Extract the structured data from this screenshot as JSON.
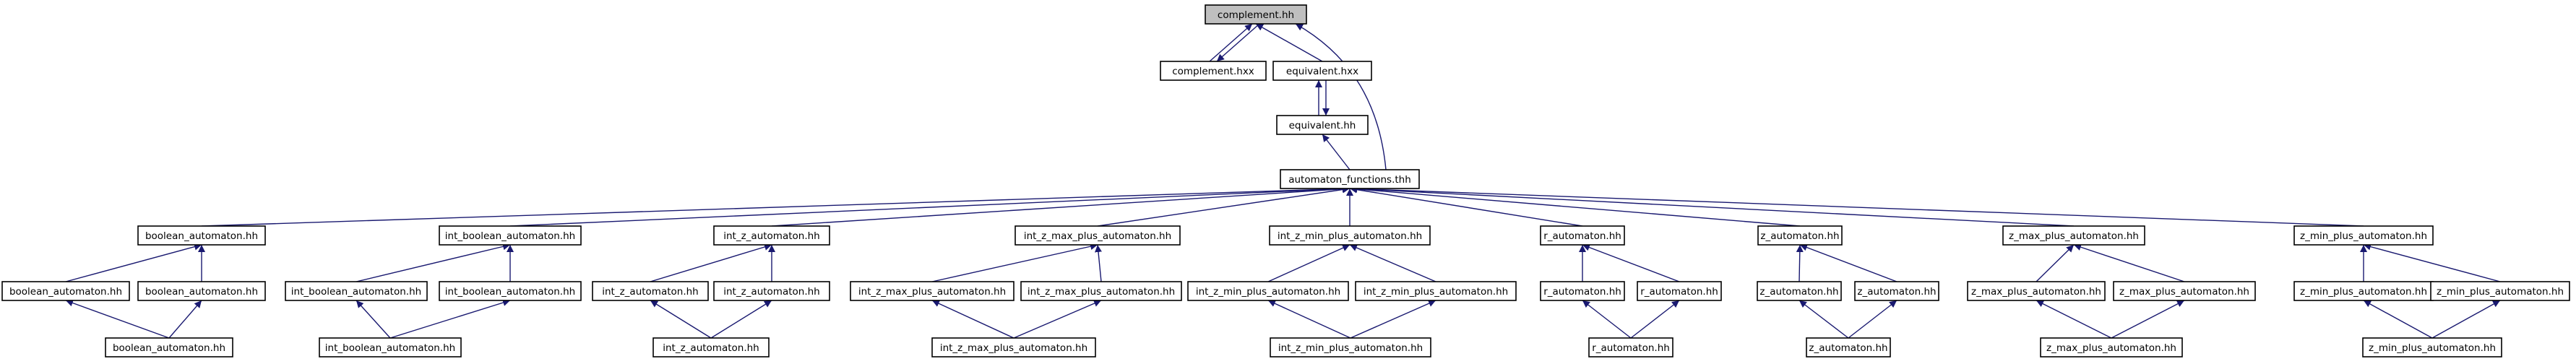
{
  "diagram": {
    "nodes": [
      {
        "id": "complement_hh",
        "label": "complement.hh",
        "root": true
      },
      {
        "id": "complement_hxx",
        "label": "complement.hxx"
      },
      {
        "id": "equivalent_hxx",
        "label": "equivalent.hxx"
      },
      {
        "id": "equivalent_hh",
        "label": "equivalent.hh"
      },
      {
        "id": "automaton_functions",
        "label": "automaton_functions.thh"
      },
      {
        "id": "boolean_a",
        "label": "boolean_automaton.hh"
      },
      {
        "id": "boolean_b",
        "label": "boolean_automaton.hh"
      },
      {
        "id": "boolean_c",
        "label": "boolean_automaton.hh"
      },
      {
        "id": "boolean_d",
        "label": "boolean_automaton.hh"
      },
      {
        "id": "int_boolean_a",
        "label": "int_boolean_automaton.hh"
      },
      {
        "id": "int_boolean_b",
        "label": "int_boolean_automaton.hh"
      },
      {
        "id": "int_boolean_c",
        "label": "int_boolean_automaton.hh"
      },
      {
        "id": "int_boolean_d",
        "label": "int_boolean_automaton.hh"
      },
      {
        "id": "int_z_a",
        "label": "int_z_automaton.hh"
      },
      {
        "id": "int_z_b",
        "label": "int_z_automaton.hh"
      },
      {
        "id": "int_z_c",
        "label": "int_z_automaton.hh"
      },
      {
        "id": "int_z_d",
        "label": "int_z_automaton.hh"
      },
      {
        "id": "int_z_max_a",
        "label": "int_z_max_plus_automaton.hh"
      },
      {
        "id": "int_z_max_b",
        "label": "int_z_max_plus_automaton.hh"
      },
      {
        "id": "int_z_max_c",
        "label": "int_z_max_plus_automaton.hh"
      },
      {
        "id": "int_z_max_d",
        "label": "int_z_max_plus_automaton.hh"
      },
      {
        "id": "int_z_min_a",
        "label": "int_z_min_plus_automaton.hh"
      },
      {
        "id": "int_z_min_b",
        "label": "int_z_min_plus_automaton.hh"
      },
      {
        "id": "int_z_min_c",
        "label": "int_z_min_plus_automaton.hh"
      },
      {
        "id": "int_z_min_d",
        "label": "int_z_min_plus_automaton.hh"
      },
      {
        "id": "r_a",
        "label": "r_automaton.hh"
      },
      {
        "id": "r_b",
        "label": "r_automaton.hh"
      },
      {
        "id": "r_c",
        "label": "r_automaton.hh"
      },
      {
        "id": "r_d",
        "label": "r_automaton.hh"
      },
      {
        "id": "z_a",
        "label": "z_automaton.hh"
      },
      {
        "id": "z_b",
        "label": "z_automaton.hh"
      },
      {
        "id": "z_c",
        "label": "z_automaton.hh"
      },
      {
        "id": "z_d",
        "label": "z_automaton.hh"
      },
      {
        "id": "z_max_a",
        "label": "z_max_plus_automaton.hh"
      },
      {
        "id": "z_max_b",
        "label": "z_max_plus_automaton.hh"
      },
      {
        "id": "z_max_c",
        "label": "z_max_plus_automaton.hh"
      },
      {
        "id": "z_max_d",
        "label": "z_max_plus_automaton.hh"
      },
      {
        "id": "z_min_a",
        "label": "z_min_plus_automaton.hh"
      },
      {
        "id": "z_min_b",
        "label": "z_min_plus_automaton.hh"
      },
      {
        "id": "z_min_c",
        "label": "z_min_plus_automaton.hh"
      },
      {
        "id": "z_min_d",
        "label": "z_min_plus_automaton.hh"
      }
    ],
    "edges": [
      {
        "from": "complement_hxx",
        "to": "complement_hh"
      },
      {
        "from": "complement_hh",
        "to": "complement_hxx"
      },
      {
        "from": "equivalent_hxx",
        "to": "complement_hh"
      },
      {
        "from": "equivalent_hh",
        "to": "equivalent_hxx"
      },
      {
        "from": "equivalent_hxx",
        "to": "equivalent_hh"
      },
      {
        "from": "automaton_functions",
        "to": "equivalent_hh"
      },
      {
        "from": "automaton_functions",
        "to": "complement_hh"
      },
      {
        "from": "boolean_a",
        "to": "automaton_functions"
      },
      {
        "from": "boolean_b",
        "to": "boolean_a"
      },
      {
        "from": "boolean_c",
        "to": "boolean_a"
      },
      {
        "from": "boolean_d",
        "to": "boolean_b"
      },
      {
        "from": "boolean_d",
        "to": "boolean_c"
      },
      {
        "from": "int_boolean_a",
        "to": "automaton_functions"
      },
      {
        "from": "int_boolean_b",
        "to": "int_boolean_a"
      },
      {
        "from": "int_boolean_c",
        "to": "int_boolean_a"
      },
      {
        "from": "int_boolean_d",
        "to": "int_boolean_b"
      },
      {
        "from": "int_boolean_d",
        "to": "int_boolean_c"
      },
      {
        "from": "int_z_a",
        "to": "automaton_functions"
      },
      {
        "from": "int_z_b",
        "to": "int_z_a"
      },
      {
        "from": "int_z_c",
        "to": "int_z_a"
      },
      {
        "from": "int_z_d",
        "to": "int_z_b"
      },
      {
        "from": "int_z_d",
        "to": "int_z_c"
      },
      {
        "from": "int_z_max_a",
        "to": "automaton_functions"
      },
      {
        "from": "int_z_max_b",
        "to": "int_z_max_a"
      },
      {
        "from": "int_z_max_c",
        "to": "int_z_max_a"
      },
      {
        "from": "int_z_max_d",
        "to": "int_z_max_b"
      },
      {
        "from": "int_z_max_d",
        "to": "int_z_max_c"
      },
      {
        "from": "int_z_min_a",
        "to": "automaton_functions"
      },
      {
        "from": "int_z_min_b",
        "to": "int_z_min_a"
      },
      {
        "from": "int_z_min_c",
        "to": "int_z_min_a"
      },
      {
        "from": "int_z_min_d",
        "to": "int_z_min_b"
      },
      {
        "from": "int_z_min_d",
        "to": "int_z_min_c"
      },
      {
        "from": "r_a",
        "to": "automaton_functions"
      },
      {
        "from": "r_b",
        "to": "r_a"
      },
      {
        "from": "r_c",
        "to": "r_a"
      },
      {
        "from": "r_d",
        "to": "r_b"
      },
      {
        "from": "r_d",
        "to": "r_c"
      },
      {
        "from": "z_a",
        "to": "automaton_functions"
      },
      {
        "from": "z_b",
        "to": "z_a"
      },
      {
        "from": "z_c",
        "to": "z_a"
      },
      {
        "from": "z_d",
        "to": "z_b"
      },
      {
        "from": "z_d",
        "to": "z_c"
      },
      {
        "from": "z_max_a",
        "to": "automaton_functions"
      },
      {
        "from": "z_max_b",
        "to": "z_max_a"
      },
      {
        "from": "z_max_c",
        "to": "z_max_a"
      },
      {
        "from": "z_max_d",
        "to": "z_max_b"
      },
      {
        "from": "z_max_d",
        "to": "z_max_c"
      },
      {
        "from": "z_min_a",
        "to": "automaton_functions"
      },
      {
        "from": "z_min_b",
        "to": "z_min_a"
      },
      {
        "from": "z_min_c",
        "to": "z_min_a"
      },
      {
        "from": "z_min_d",
        "to": "z_min_b"
      },
      {
        "from": "z_min_d",
        "to": "z_min_c"
      }
    ],
    "colors": {
      "edge": "#191970",
      "root_fill": "#bfbfbf",
      "node_fill": "#ffffff",
      "border": "#000000"
    }
  }
}
